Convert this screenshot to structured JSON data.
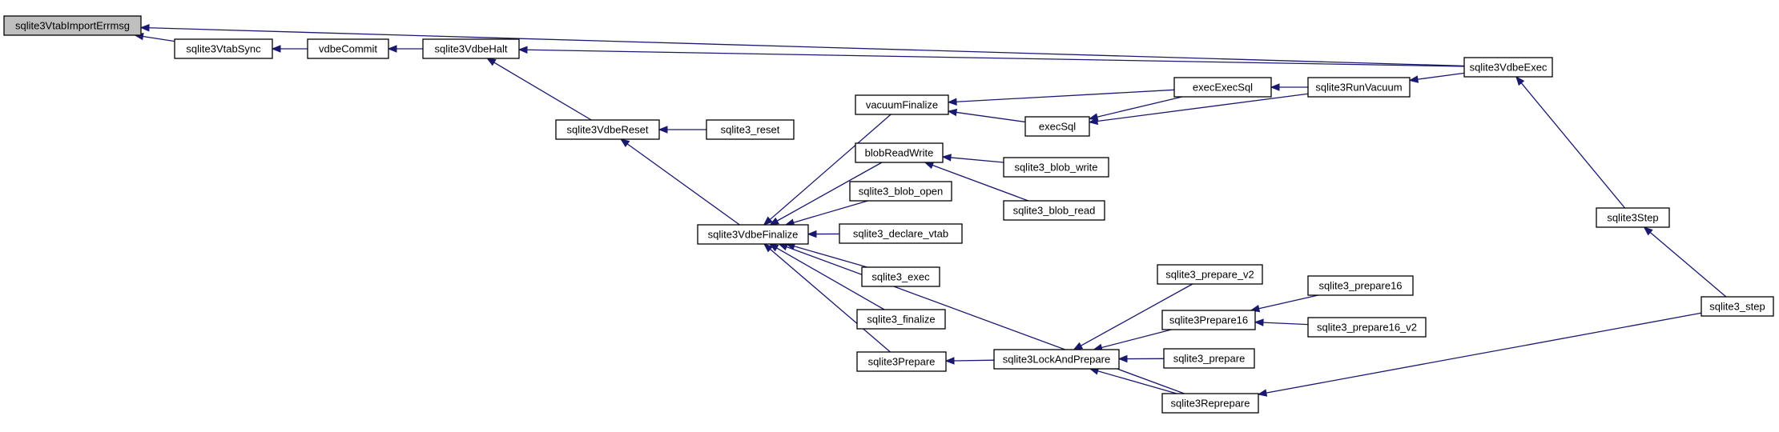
{
  "graph": {
    "edge_color": "#191970",
    "highlight_fill": "#bfbfbf",
    "nodes": [
      {
        "id": "n0",
        "label": "sqlite3VtabImportErrmsg",
        "highlight": true
      },
      {
        "id": "n1",
        "label": "sqlite3VtabSync"
      },
      {
        "id": "n2",
        "label": "vdbeCommit"
      },
      {
        "id": "n3",
        "label": "sqlite3VdbeHalt"
      },
      {
        "id": "n4",
        "label": "sqlite3VdbeExec"
      },
      {
        "id": "n5",
        "label": "sqlite3VdbeReset"
      },
      {
        "id": "n6",
        "label": "sqlite3_reset"
      },
      {
        "id": "n7",
        "label": "sqlite3VdbeFinalize"
      },
      {
        "id": "n8",
        "label": "vacuumFinalize"
      },
      {
        "id": "n9",
        "label": "blobReadWrite"
      },
      {
        "id": "n10",
        "label": "sqlite3_blob_open"
      },
      {
        "id": "n11",
        "label": "sqlite3_declare_vtab"
      },
      {
        "id": "n12",
        "label": "sqlite3_exec"
      },
      {
        "id": "n13",
        "label": "sqlite3_finalize"
      },
      {
        "id": "n14",
        "label": "sqlite3Prepare"
      },
      {
        "id": "n15",
        "label": "execSql"
      },
      {
        "id": "n16",
        "label": "execExecSql"
      },
      {
        "id": "n17",
        "label": "sqlite3RunVacuum"
      },
      {
        "id": "n18",
        "label": "sqlite3_blob_write"
      },
      {
        "id": "n19",
        "label": "sqlite3_blob_read"
      },
      {
        "id": "n20",
        "label": "sqlite3LockAndPrepare"
      },
      {
        "id": "n21",
        "label": "sqlite3_prepare_v2"
      },
      {
        "id": "n22",
        "label": "sqlite3Prepare16"
      },
      {
        "id": "n23",
        "label": "sqlite3_prepare"
      },
      {
        "id": "n24",
        "label": "sqlite3Reprepare"
      },
      {
        "id": "n25",
        "label": "sqlite3_prepare16"
      },
      {
        "id": "n26",
        "label": "sqlite3_prepare16_v2"
      },
      {
        "id": "n27",
        "label": "sqlite3Step"
      },
      {
        "id": "n28",
        "label": "sqlite3_step"
      }
    ],
    "edges": [
      {
        "from": "n1",
        "to": "n0"
      },
      {
        "from": "n4",
        "to": "n0"
      },
      {
        "from": "n2",
        "to": "n1"
      },
      {
        "from": "n3",
        "to": "n2"
      },
      {
        "from": "n4",
        "to": "n3"
      },
      {
        "from": "n5",
        "to": "n3"
      },
      {
        "from": "n6",
        "to": "n5"
      },
      {
        "from": "n7",
        "to": "n5"
      },
      {
        "from": "n8",
        "to": "n7"
      },
      {
        "from": "n9",
        "to": "n7"
      },
      {
        "from": "n10",
        "to": "n7"
      },
      {
        "from": "n11",
        "to": "n7"
      },
      {
        "from": "n12",
        "to": "n7"
      },
      {
        "from": "n13",
        "to": "n7"
      },
      {
        "from": "n14",
        "to": "n7"
      },
      {
        "from": "n24",
        "to": "n7"
      },
      {
        "from": "n16",
        "to": "n8"
      },
      {
        "from": "n15",
        "to": "n8"
      },
      {
        "from": "n18",
        "to": "n9"
      },
      {
        "from": "n19",
        "to": "n9"
      },
      {
        "from": "n16",
        "to": "n15"
      },
      {
        "from": "n17",
        "to": "n15"
      },
      {
        "from": "n17",
        "to": "n16"
      },
      {
        "from": "n4",
        "to": "n17"
      },
      {
        "from": "n27",
        "to": "n4"
      },
      {
        "from": "n28",
        "to": "n27"
      },
      {
        "from": "n20",
        "to": "n14"
      },
      {
        "from": "n21",
        "to": "n20"
      },
      {
        "from": "n22",
        "to": "n20"
      },
      {
        "from": "n23",
        "to": "n20"
      },
      {
        "from": "n24",
        "to": "n20"
      },
      {
        "from": "n25",
        "to": "n22"
      },
      {
        "from": "n26",
        "to": "n22"
      },
      {
        "from": "n28",
        "to": "n24"
      }
    ]
  }
}
